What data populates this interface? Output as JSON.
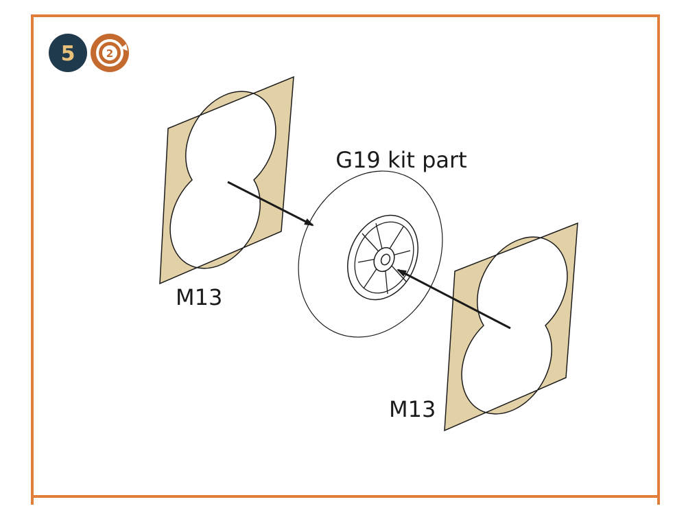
{
  "step": {
    "number": "5",
    "icon_name": "rotate-repeat-2x-icon",
    "repeat_count": "2"
  },
  "parts": {
    "center_label": "G19 kit part",
    "left_mask_label": "M13",
    "right_mask_label": "M13"
  },
  "colors": {
    "frame": "#e07f3a",
    "step_badge": "#1f3a4d",
    "repeat_badge": "#c56a2e",
    "mask_fill": "#e2d1a6",
    "line": "#1a1a1a"
  }
}
